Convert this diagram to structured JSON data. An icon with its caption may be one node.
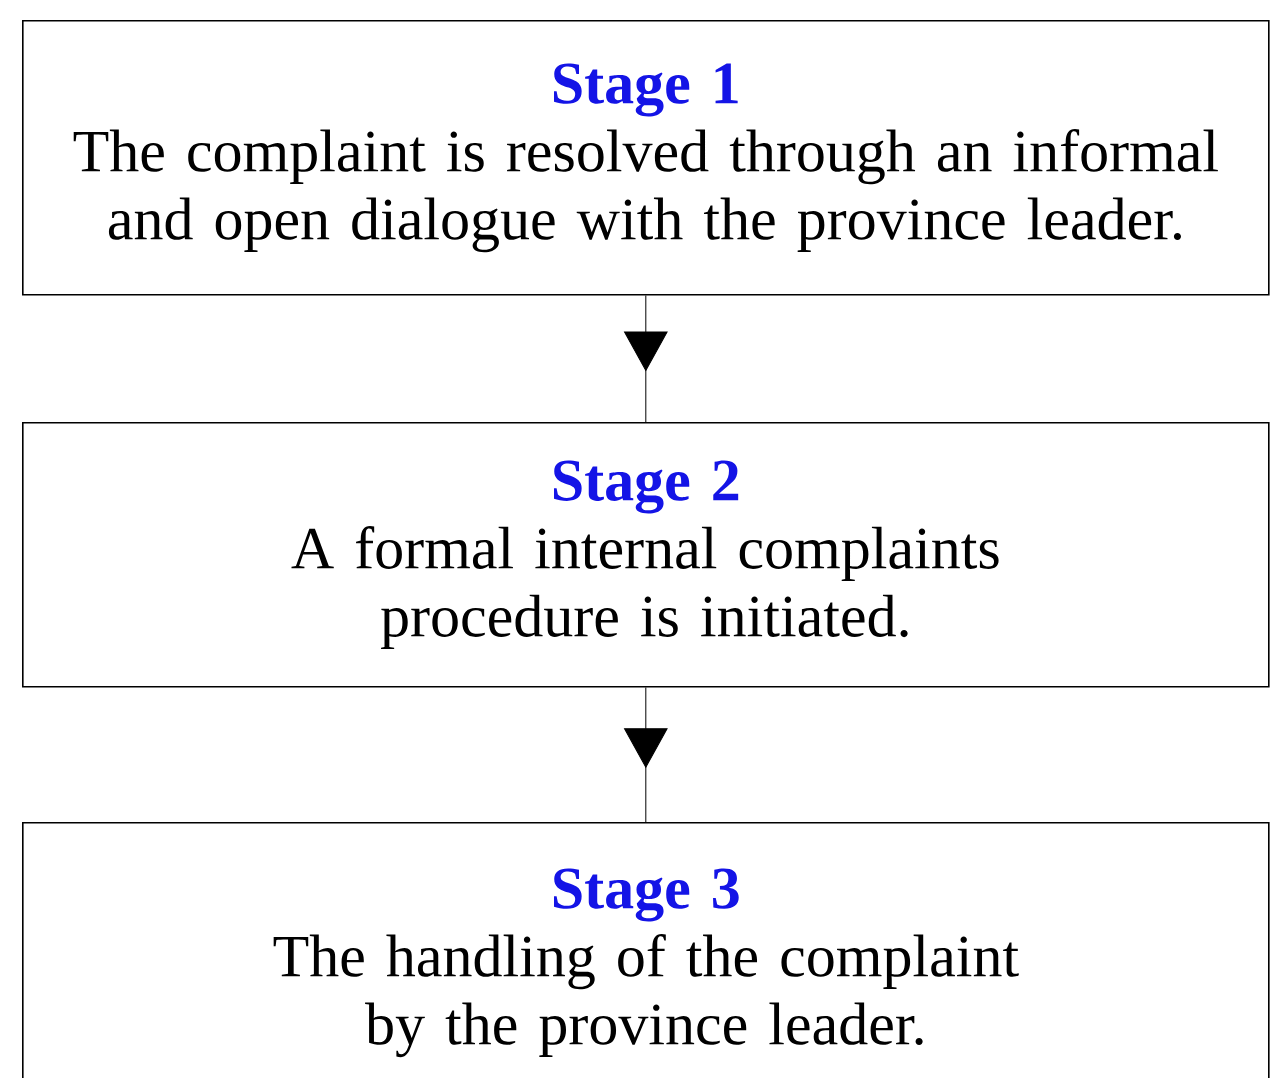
{
  "diagram": {
    "nodes": [
      {
        "text": [
          "Stage 1",
          "The complaint is resolved through an informal and open dialogue with the province leader."
        ]
      },
      {
        "text": [
          "Stage 2",
          "A formal internal complaints procedure is initiated."
        ]
      },
      {
        "text": [
          "Stage 3",
          "The handling of the complaint by the province leader."
        ]
      }
    ],
    "edges": [
      {
        "from": 0,
        "to": 1,
        "arrow": "to"
      },
      {
        "from": 1,
        "to": 2,
        "arrow": "to"
      }
    ]
  }
}
